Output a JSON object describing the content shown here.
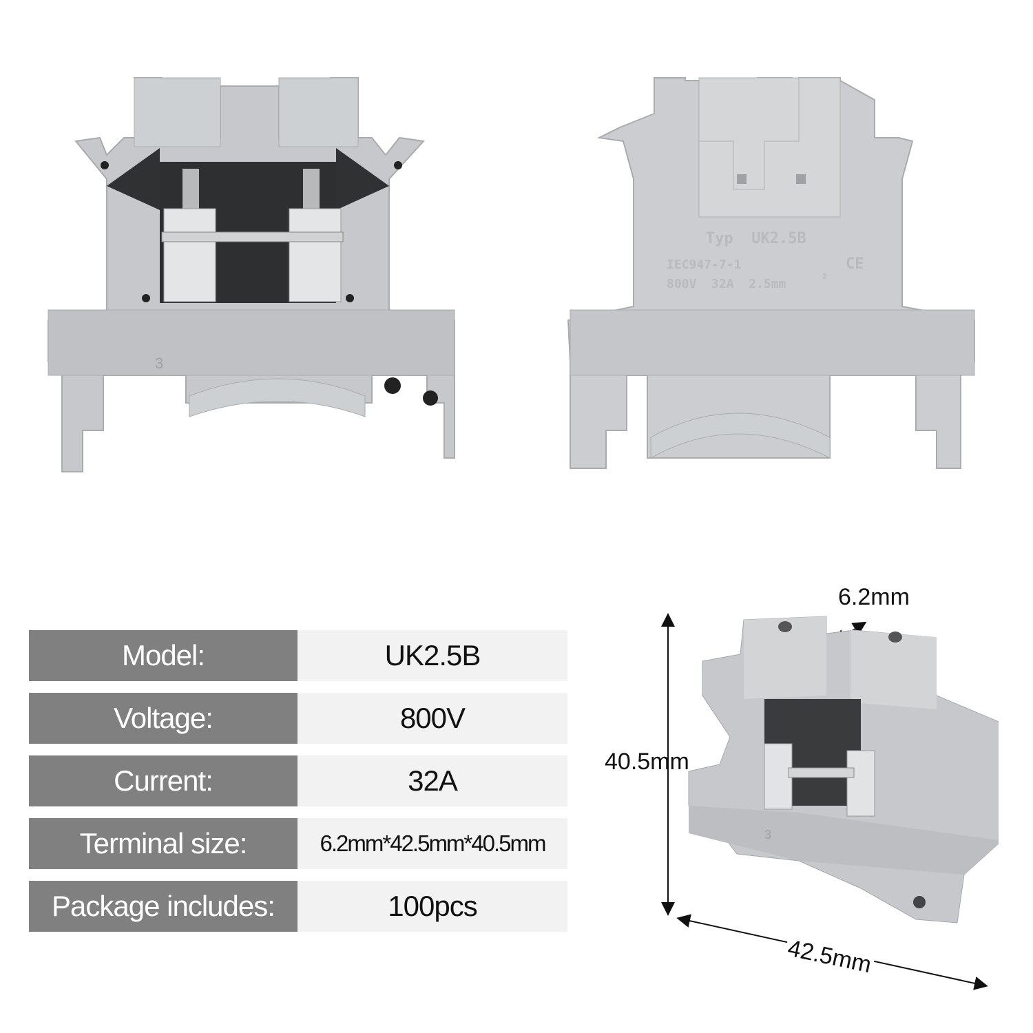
{
  "front_view": {
    "side_number": "3"
  },
  "back_view": {
    "molding_line1": "Typ  UK2.5B",
    "molding_line2": "IEC947-7-1",
    "molding_line3": "800V  32A  2.5mm",
    "molding_sup": "2",
    "ce_mark": "CE"
  },
  "specs": [
    {
      "label": "Model:",
      "value": "UK2.5B"
    },
    {
      "label": "Voltage:",
      "value": "800V"
    },
    {
      "label": "Current:",
      "value": "32A"
    },
    {
      "label": "Terminal size:",
      "value": "6.2mm*42.5mm*40.5mm"
    },
    {
      "label": "Package includes:",
      "value": "100pcs"
    }
  ],
  "dimensions": {
    "width": "6.2mm",
    "height": "40.5mm",
    "length": "42.5mm",
    "side_number": "3"
  },
  "colors": {
    "housing": "#c9cbce",
    "label_bg": "#808080",
    "value_bg": "#f2f2f2"
  }
}
